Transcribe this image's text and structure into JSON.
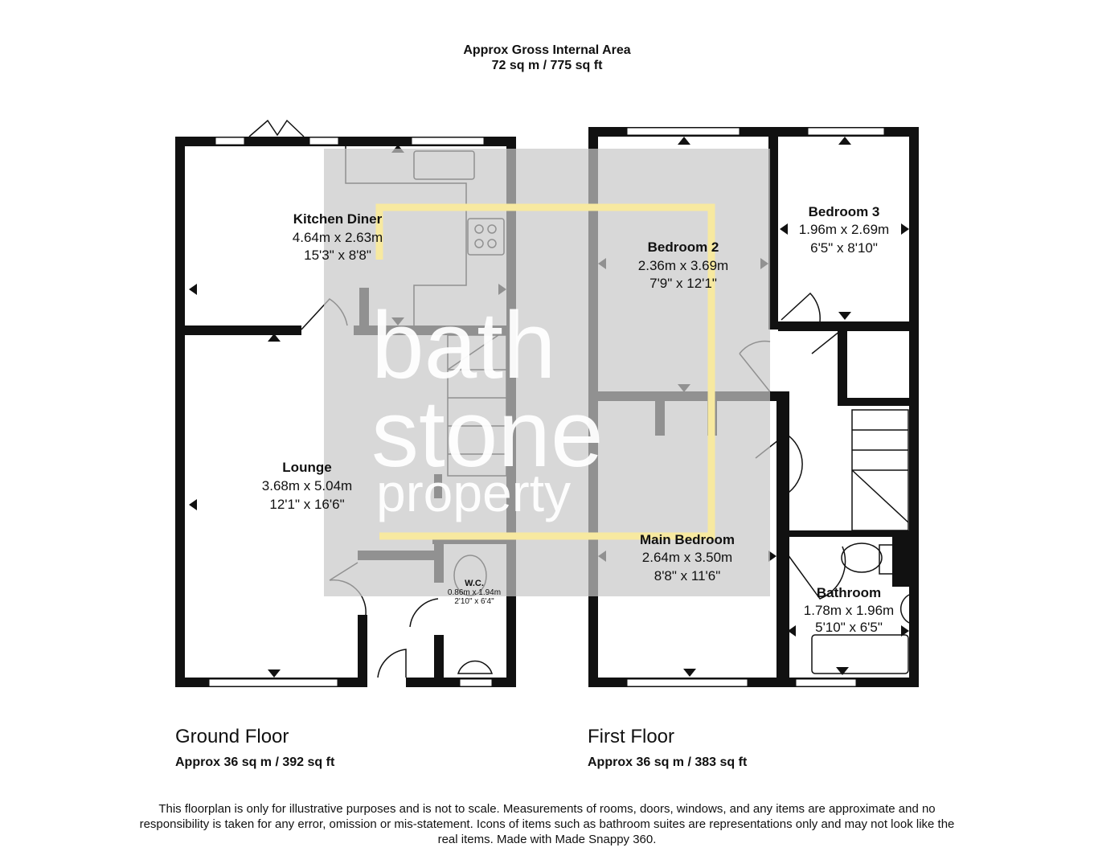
{
  "header": {
    "line1": "Approx Gross Internal Area",
    "line2": "72 sq m / 775 sq ft"
  },
  "watermark": {
    "line1": "bath",
    "line2": "stone",
    "line3": "property",
    "accent": "#f7e9a0",
    "overlay": "#d6d6d6"
  },
  "ground_floor": {
    "title": "Ground Floor",
    "area": "Approx 36 sq m / 392 sq ft",
    "rooms": [
      {
        "name": "Kitchen Diner",
        "metric": "4.64m x 2.63m",
        "imperial": "15'3\" x 8'8\""
      },
      {
        "name": "Lounge",
        "metric": "3.68m x 5.04m",
        "imperial": "12'1\" x 16'6\""
      },
      {
        "name": "W.C.",
        "metric": "0.86m x 1.94m",
        "imperial": "2'10\" x 6'4\""
      }
    ]
  },
  "first_floor": {
    "title": "First Floor",
    "area": "Approx 36 sq m / 383 sq ft",
    "rooms": [
      {
        "name": "Bedroom 2",
        "metric": "2.36m x 3.69m",
        "imperial": "7'9\" x 12'1\""
      },
      {
        "name": "Bedroom 3",
        "metric": "1.96m x 2.69m",
        "imperial": "6'5\" x 8'10\""
      },
      {
        "name": "Main Bedroom",
        "metric": "2.64m x 3.50m",
        "imperial": "8'8\" x 11'6\""
      },
      {
        "name": "Bathroom",
        "metric": "1.78m x 1.96m",
        "imperial": "5'10\" x 6'5\""
      }
    ]
  },
  "disclaimer": "This floorplan is only for illustrative purposes and is not to scale. Measurements of rooms, doors, windows, and any items are approximate and no responsibility is taken for any error, omission or mis-statement. Icons of items such as bathroom suites are representations only and may not look like the real items. Made with Made Snappy 360."
}
